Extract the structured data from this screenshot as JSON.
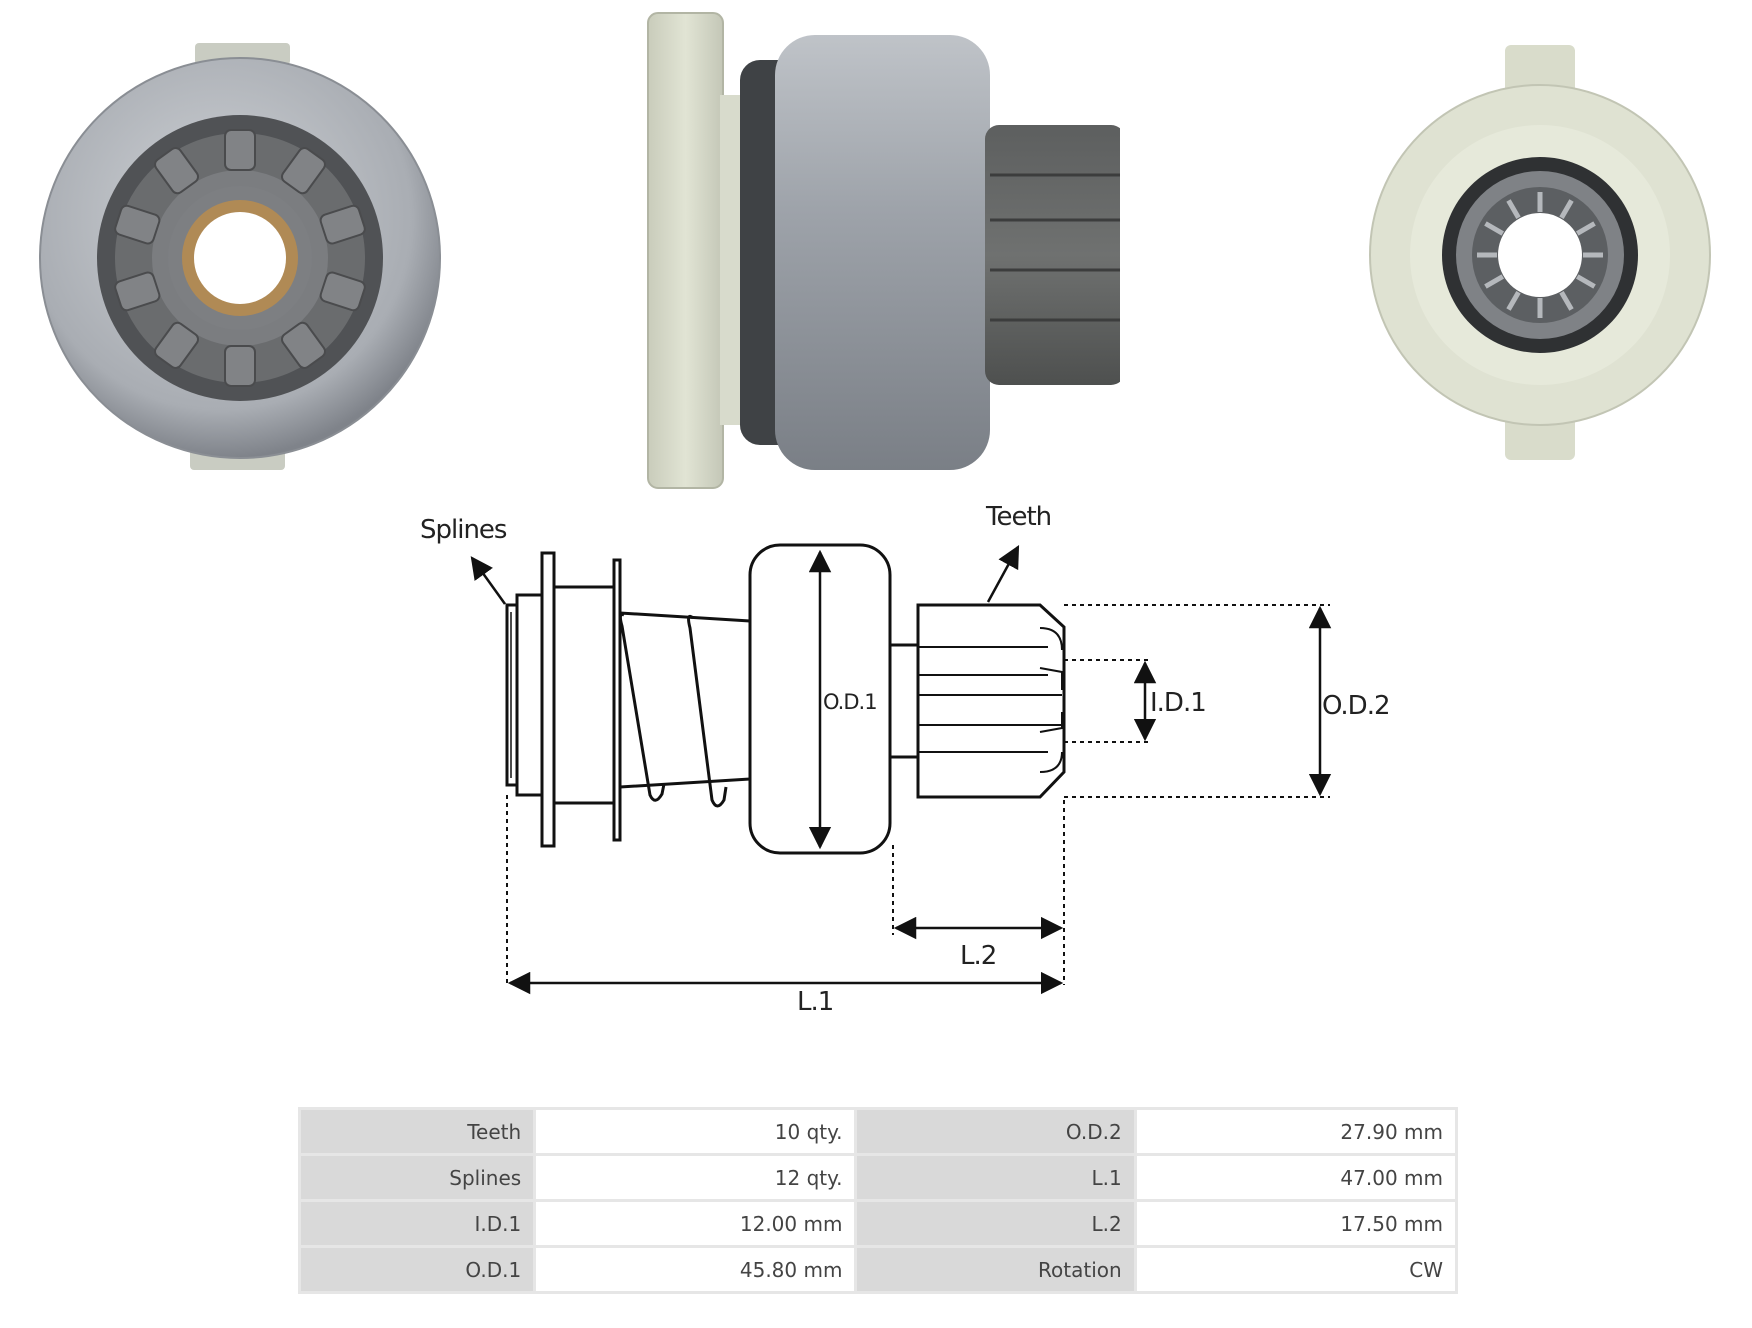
{
  "labels": {
    "splines": "Splines",
    "teeth": "Teeth",
    "od1": "O.D.1",
    "id1": "I.D.1",
    "od2": "O.D.2",
    "l1": "L.1",
    "l2": "L.2"
  },
  "specs": {
    "rows": [
      [
        {
          "k": "Teeth",
          "v": "10 qty."
        },
        {
          "k": "O.D.2",
          "v": "27.90 mm"
        }
      ],
      [
        {
          "k": "Splines",
          "v": "12 qty."
        },
        {
          "k": "L.1",
          "v": "47.00 mm"
        }
      ],
      [
        {
          "k": "I.D.1",
          "v": "12.00 mm"
        },
        {
          "k": "L.2",
          "v": "17.50 mm"
        }
      ],
      [
        {
          "k": "O.D.1",
          "v": "45.80 mm"
        },
        {
          "k": "Rotation",
          "v": "CW"
        }
      ]
    ]
  }
}
